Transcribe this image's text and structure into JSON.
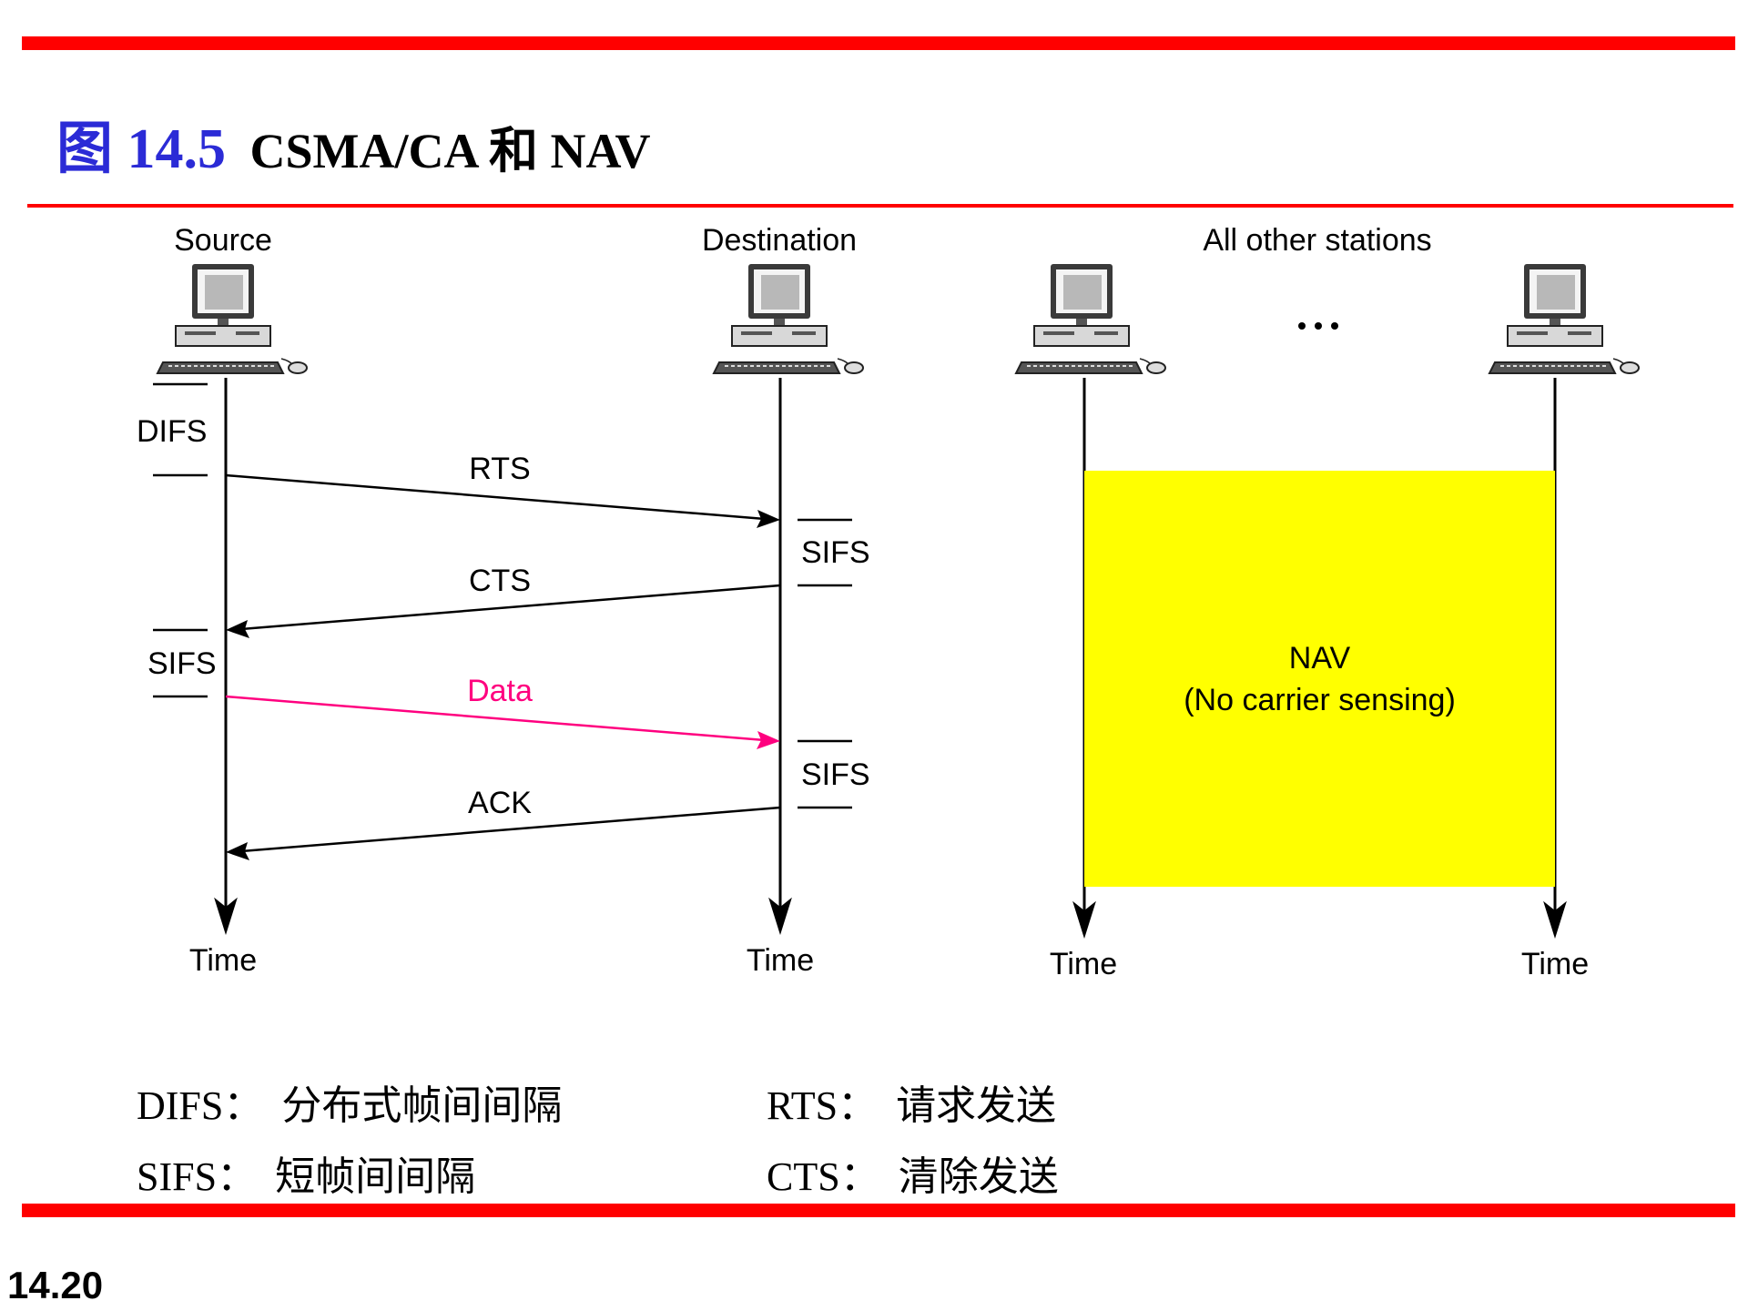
{
  "title": {
    "figure_number": "图 14.5",
    "figure_name": "CSMA/CA 和 NAV"
  },
  "stations": {
    "source": "Source",
    "destination": "Destination",
    "others": "All other stations",
    "ellipsis": "..."
  },
  "messages": {
    "rts": "RTS",
    "cts": "CTS",
    "data": "Data",
    "ack": "ACK"
  },
  "intervals": {
    "difs": "DIFS",
    "sifs": "SIFS"
  },
  "time_label": "Time",
  "nav": {
    "line1": "NAV",
    "line2": "(No carrier sensing)"
  },
  "legend": {
    "difs_term": "DIFS：",
    "difs_def": "分布式帧间间隔",
    "sifs_term": "SIFS：",
    "sifs_def": "短帧间间隔",
    "rts_term": "RTS：",
    "rts_def": "请求发送",
    "cts_term": "CTS：",
    "cts_def": "清除发送"
  },
  "page_number": "14.20",
  "colors": {
    "accent_red": "#ff0000",
    "title_blue": "#2b2bd6",
    "data_arrow": "#ff007f",
    "nav_fill": "#ffff00"
  }
}
